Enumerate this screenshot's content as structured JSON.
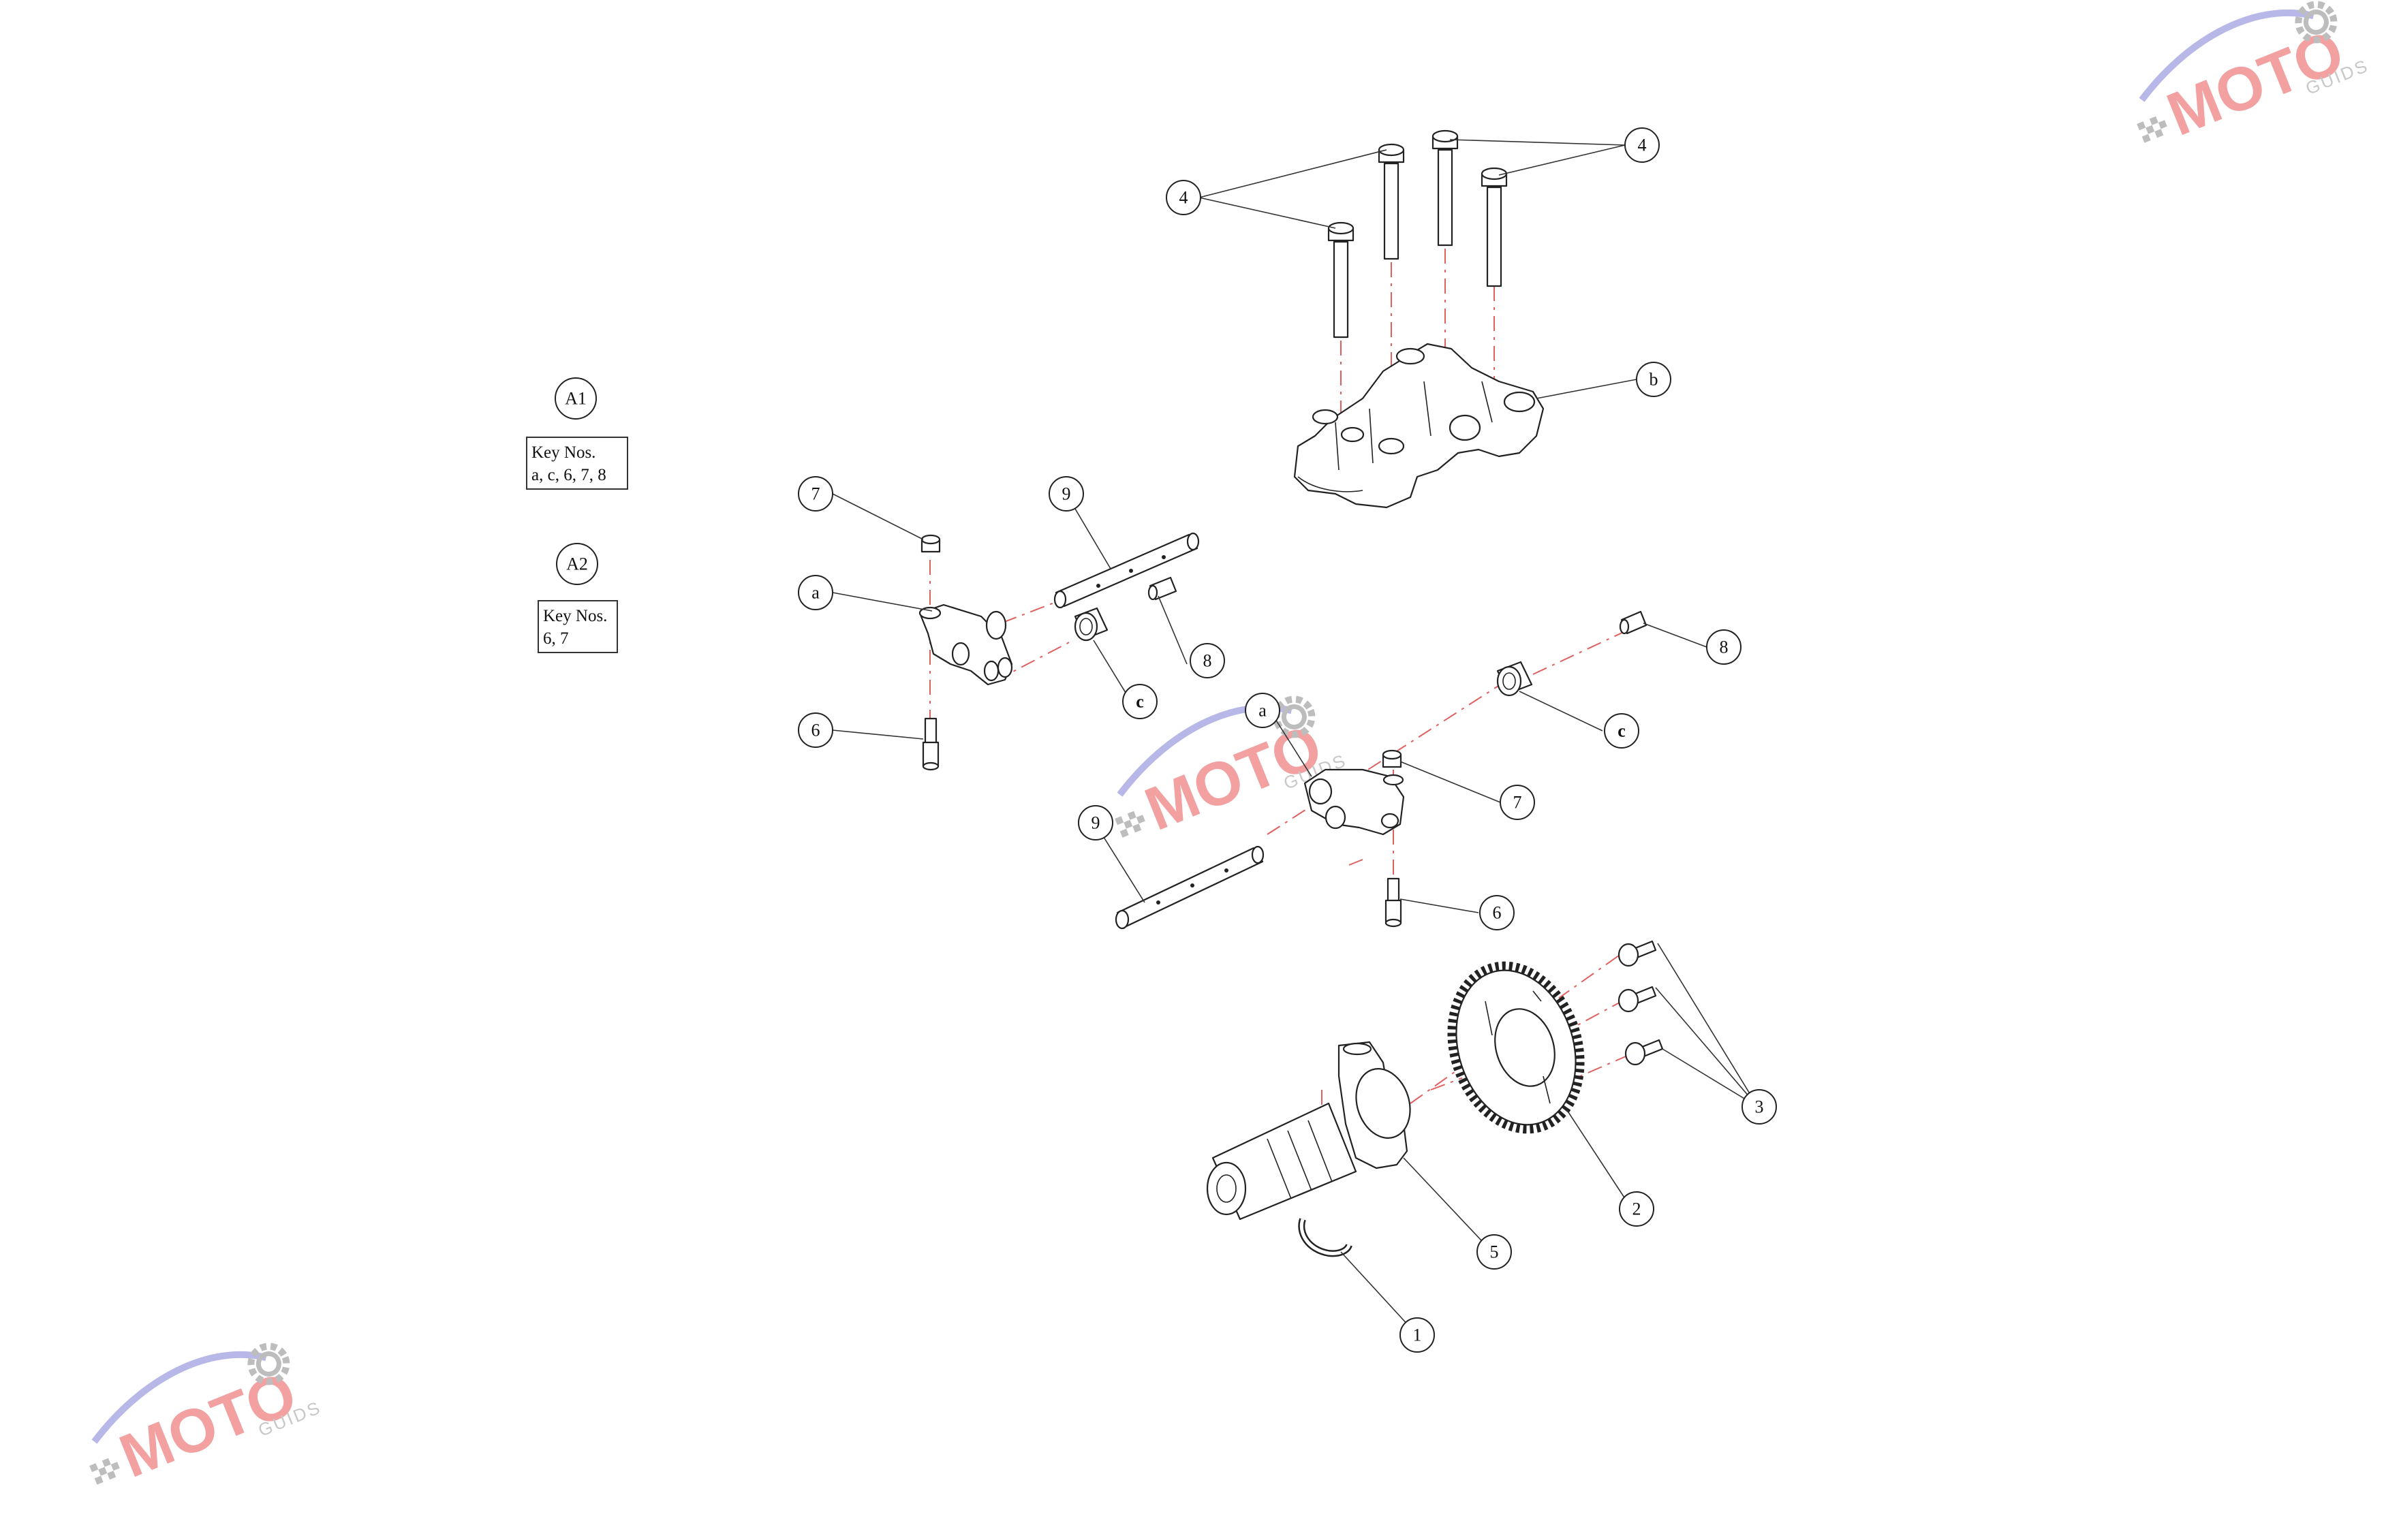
{
  "callouts": {
    "c_4a": "4",
    "c_4b": "4",
    "c_b": "b",
    "c_7a": "7",
    "c_9a": "9",
    "c_aa": "a",
    "c_8a": "8",
    "c_ca": "c",
    "c_6a": "6",
    "c_ab": "a",
    "c_8b": "8",
    "c_cb": "c",
    "c_7b": "7",
    "c_9b": "9",
    "c_6b": "6",
    "c_3": "3",
    "c_2": "2",
    "c_5": "5",
    "c_1": "1"
  },
  "key_blocks": [
    {
      "label": "A1",
      "title": "Key Nos.",
      "keys": "a, c, 6, 7, 8"
    },
    {
      "label": "A2",
      "title": "Key Nos.",
      "keys": "6, 7"
    }
  ],
  "watermark": {
    "brand": "MOTO",
    "sub": "GUIDS",
    "colors": {
      "accent": "#f2a0a0",
      "swoosh": "#b8b8e8",
      "gears": "#bdbdbd"
    }
  }
}
